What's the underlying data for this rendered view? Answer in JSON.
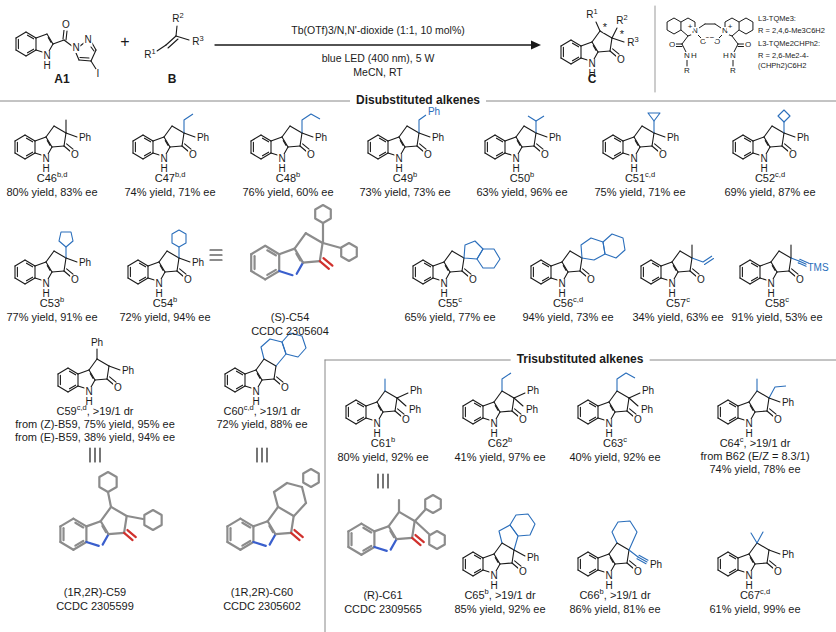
{
  "diagram": {
    "labels": [
      "N",
      "H",
      "O",
      "N",
      "N",
      "I",
      "A1",
      "+",
      "R",
      "1",
      "R",
      "2",
      "R",
      "3",
      "B",
      "Tb(OTf)3/N,N'-dioxide (1:1, 10 mol%)",
      "blue LED (400 nm), 5 W",
      "MeCN, RT",
      "N",
      "H",
      "O",
      "R",
      "1",
      "R",
      "2",
      "R",
      "3",
      "*",
      "*",
      "C",
      "N",
      "+",
      "O",
      "−",
      "O",
      "N",
      "H",
      "R",
      "N",
      "+",
      "O",
      "−",
      "O",
      "N",
      "H",
      "R",
      "L3-TQMe3:",
      "R = 2,4,6-Me3C6H2",
      "L3-TQMe2CHPh2:",
      "R = 2,6-Me2-4-(CHPh2)C6H2",
      "Disubstituted alkenes",
      "N",
      "H",
      "O",
      "Ph",
      "C46",
      "b,d",
      "80% yield, 83% ee",
      "N",
      "H",
      "O",
      "Ph",
      "C47",
      "b,d",
      "74% yield, 71% ee",
      "N",
      "H",
      "O",
      "Ph",
      "C48",
      "b",
      "76% yield, 60% ee",
      "N",
      "H",
      "O",
      "Ph",
      "Ph",
      "C49",
      "b",
      "73% yield, 73% ee",
      "N",
      "H",
      "O",
      "Ph",
      "C50",
      "b",
      "63% yield, 96% ee",
      "N",
      "H",
      "O",
      "Ph",
      "C51",
      "c,d",
      "75% yield, 71% ee",
      "N",
      "H",
      "O",
      "Ph",
      "C52",
      "c,d",
      "69% yield, 87% ee",
      "N",
      "H",
      "O",
      "Ph",
      "C53",
      "b",
      "77% yield, 91% ee",
      "N",
      "H",
      "O",
      "Ph",
      "C54",
      "b",
      "72% yield, 94% ee",
      "(S)-C54",
      "CCDC 2305604",
      "N",
      "H",
      "O",
      "C55",
      "c",
      "65% yield, 77% ee",
      "N",
      "H",
      "O",
      "C56",
      "c,d",
      "94% yield, 73% ee",
      "N",
      "H",
      "O",
      "C57",
      "c",
      "34% yield, 63% ee",
      "N",
      "H",
      "O",
      "TMS",
      "C58",
      "c",
      "91% yield, 53% ee",
      "N",
      "H",
      "O",
      "Ph",
      "Ph",
      "C59",
      "c,d",
      ", >19/1 dr",
      "from (Z)-B59, 75% yield, 95% ee",
      "from (E)-B59, 38% yield, 94% ee",
      "N",
      "H",
      "O",
      "C60",
      "c,d",
      ", >19/1 dr",
      "72% yield, 88% ee",
      "(1R,2R)-C59",
      "CCDC 2305599",
      "(1R,2R)-C60",
      "CCDC 2305602",
      "Trisubstituted alkenes",
      "N",
      "H",
      "O",
      "Ph",
      "Ph",
      "C61",
      "b",
      "80% yield, 92% ee",
      "N",
      "H",
      "O",
      "Ph",
      "Ph",
      "C62",
      "b",
      "41% yield, 97% ee",
      "N",
      "H",
      "O",
      "Ph",
      "Ph",
      "C63",
      "c",
      "40% yield, 92% ee",
      "N",
      "H",
      "O",
      "Ph",
      "C64",
      "c",
      ", >19/1 dr",
      "from B62 (E/Z = 8.3/1)",
      "74% yield, 78% ee",
      "(R)-C61",
      "CCDC 2309565",
      "N",
      "H",
      "O",
      "Ph",
      "C65",
      "b",
      ", >19/1 dr",
      "85% yield, 92% ee",
      "N",
      "H",
      "O",
      "Ph",
      "C66",
      "b",
      ", >19/1 dr",
      "86% yield, 81% ee",
      "N",
      "H",
      "O",
      "Ph",
      "C67",
      "c,d",
      "61% yield, 99% ee"
    ]
  }
}
